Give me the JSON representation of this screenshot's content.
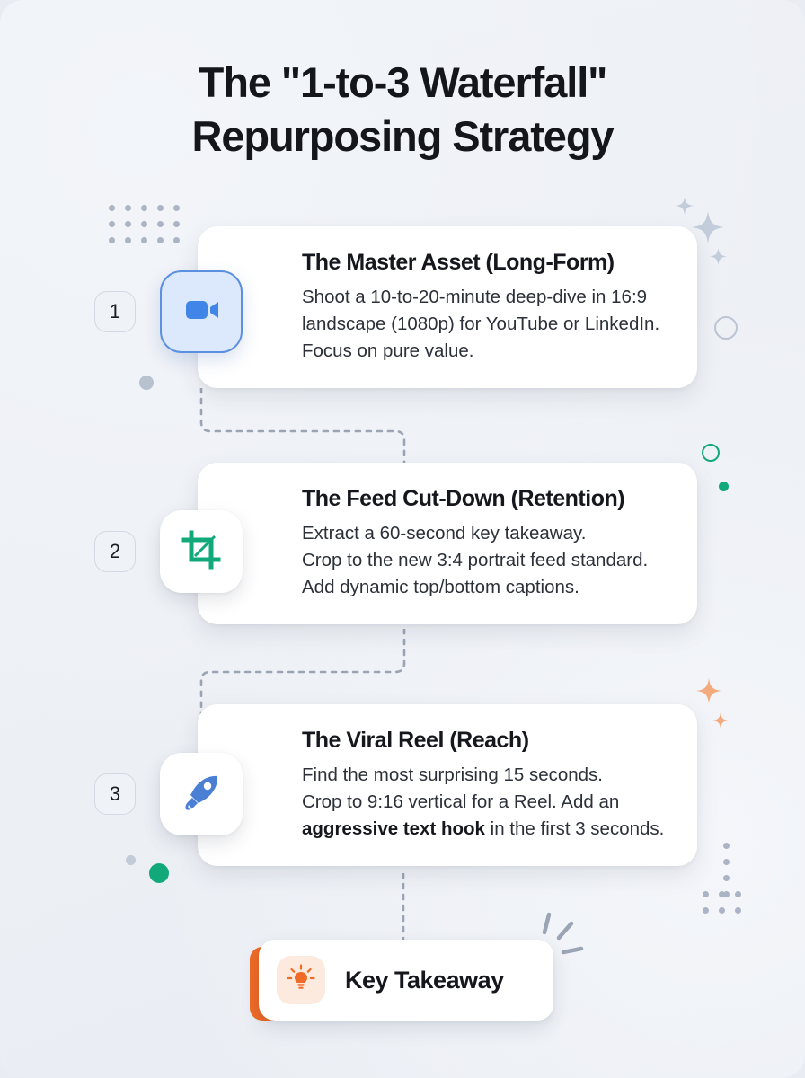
{
  "title": {
    "line1": "The \"1-to-3 Waterfall\"",
    "line2": "Repurposing Strategy"
  },
  "steps": [
    {
      "number": "1",
      "icon": "video-camera-icon",
      "title": "The Master Asset (Long-Form)",
      "body_lines": [
        "Shoot a 10-to-20-minute deep-dive in 16:9",
        "landscape (1080p) for YouTube or LinkedIn.",
        "Focus on pure value."
      ],
      "accent": "#4285e8",
      "tile_state": "active"
    },
    {
      "number": "2",
      "icon": "crop-icon",
      "title": "The Feed Cut-Down (Retention)",
      "body_lines": [
        "Extract a 60-second key takeaway.",
        "Crop to the new 3:4 portrait feed standard.",
        "Add dynamic top/bottom captions."
      ],
      "accent": "#12a97a",
      "tile_state": "default"
    },
    {
      "number": "3",
      "icon": "rocket-icon",
      "title": "The Viral Reel (Reach)",
      "body_lines": [
        "Find the most surprising 15 seconds.",
        "Crop to 9:16 vertical for a Reel. Add an"
      ],
      "body_bold": "aggressive text hook",
      "body_tail": " in the first 3 seconds.",
      "accent": "#4a7fd4",
      "tile_state": "default"
    }
  ],
  "footer": {
    "label": "Key Takeaway",
    "icon": "lightbulb-icon",
    "accent_color": "#ef6a25",
    "icon_bg": "#fdeade"
  },
  "palette": {
    "background": "#eef1f6",
    "card": "#ffffff",
    "text_primary": "#15171d",
    "text_body": "#2c3038",
    "decor_gray": "#aab4c4",
    "decor_green": "#12a97a",
    "decor_peach": "#f2ab7e",
    "connector": "#9aa4b4"
  }
}
